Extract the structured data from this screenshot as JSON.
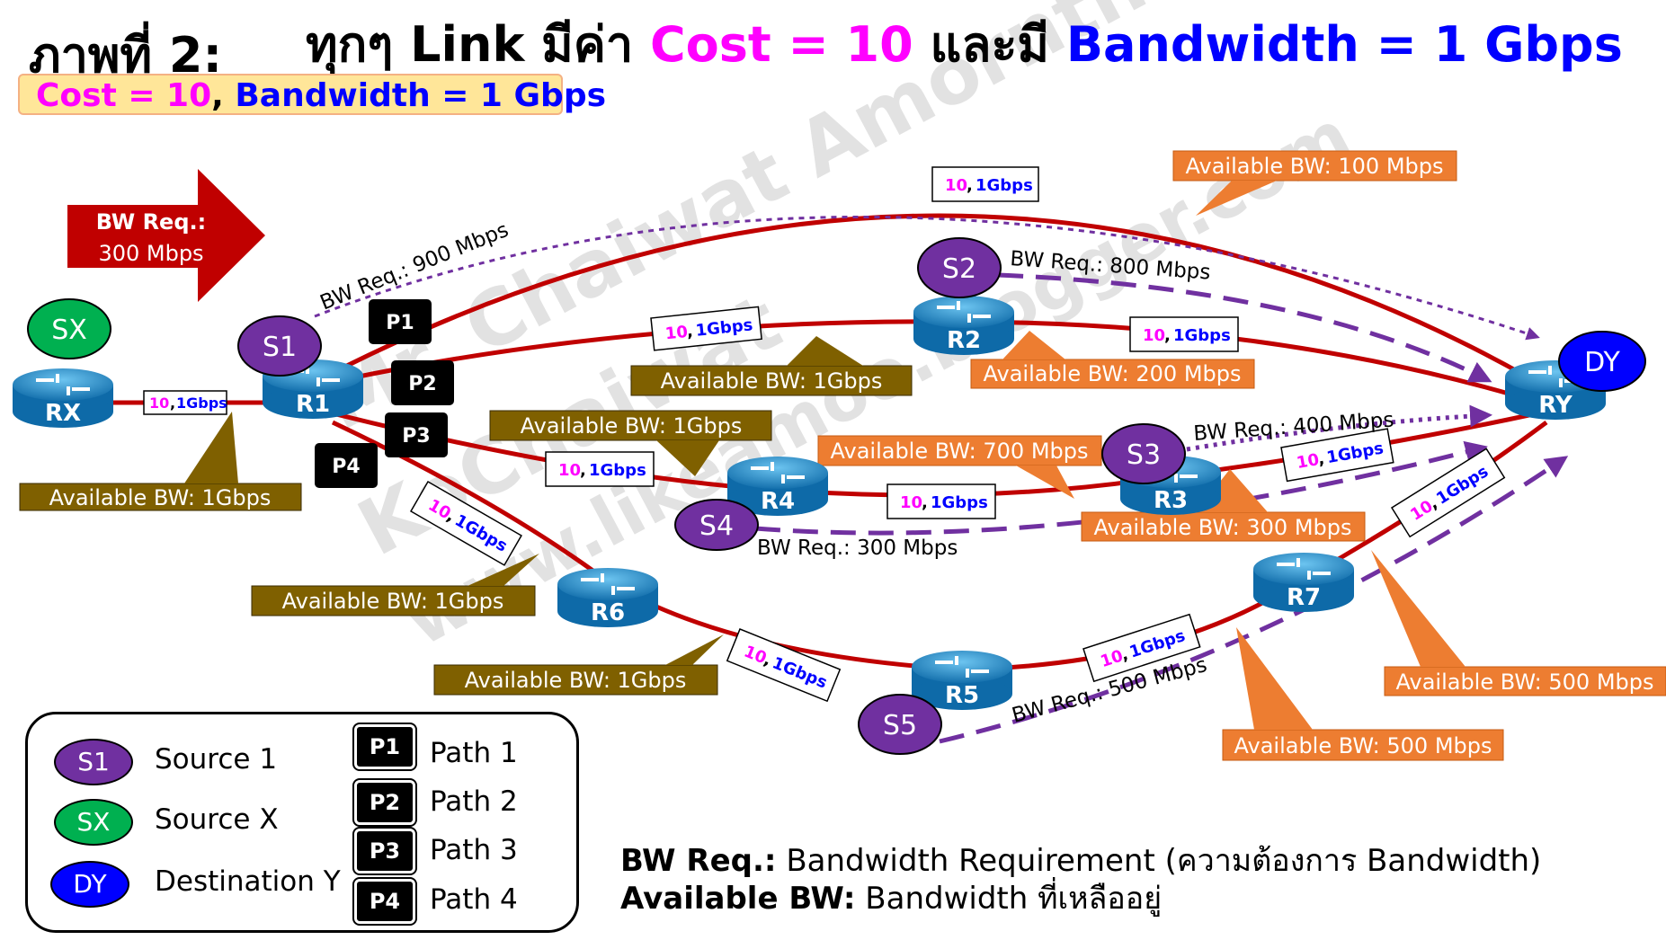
{
  "title": {
    "label": "ภาพที่ 2:",
    "part1": "ทุกๆ Link มีค่า",
    "cost": "Cost = 10",
    "part2": "และมี",
    "bandwidth": "Bandwidth = 1 Gbps"
  },
  "summary": {
    "cost": "Cost = 10",
    "sep": ",",
    "bandwidth": "Bandwidth = 1 Gbps"
  },
  "watermark": {
    "line1": "Mr. Chaiwat Amornthirunwong",
    "line2": "KoChaiwat",
    "line3": "www.likeamoo.blogger.com"
  },
  "bw_request_arrow": {
    "line1": "BW Req.:",
    "line2": "300 Mbps"
  },
  "link_label": {
    "cost": "10",
    "sep": ",",
    "bw": "1Gbps"
  },
  "routers": {
    "rx": "RX",
    "r1": "R1",
    "r2": "R2",
    "r3": "R3",
    "r4": "R4",
    "r5": "R5",
    "r6": "R6",
    "r7": "R7",
    "ry": "RY"
  },
  "nodes": {
    "sx": "SX",
    "s1": "S1",
    "s2": "S2",
    "s3": "S3",
    "s4": "S4",
    "s5": "S5",
    "dy": "DY"
  },
  "paths": {
    "p1": "P1",
    "p2": "P2",
    "p3": "P3",
    "p4": "P4"
  },
  "requests": {
    "s1": "BW Req.: 900 Mbps",
    "s2": "BW Req.: 800 Mbps",
    "s3": "BW Req.: 400 Mbps",
    "s4": "BW Req.: 300 Mbps",
    "s5": "BW Req.: 500 Mbps"
  },
  "callouts": {
    "rx_r1": "Available BW: 1Gbps",
    "r1_r2": "Available BW: 1Gbps",
    "r1_r4": "Available BW: 1Gbps",
    "r1_r6": "Available BW: 1Gbps",
    "r6_r5": "Available BW: 1Gbps",
    "top": "Available BW: 100 Mbps",
    "r2_ry": "Available BW: 200 Mbps",
    "r4_r3": "Available BW: 700 Mbps",
    "r3_ry": "Available BW: 300 Mbps",
    "r7_ry": "Available BW: 500 Mbps",
    "r5_r7": "Available BW: 500 Mbps"
  },
  "legend": {
    "s1": {
      "badge": "S1",
      "text": "Source 1"
    },
    "sx": {
      "badge": "SX",
      "text": "Source X"
    },
    "dy": {
      "badge": "DY",
      "text": "Destination Y"
    },
    "p1": {
      "badge": "P1",
      "text": "Path 1"
    },
    "p2": {
      "badge": "P2",
      "text": "Path 2"
    },
    "p3": {
      "badge": "P3",
      "text": "Path 3"
    },
    "p4": {
      "badge": "P4",
      "text": "Path 4"
    }
  },
  "footer": {
    "line1_bold": "BW Req.:",
    "line1_rest": "Bandwidth Requirement (ความต้องการ Bandwidth)",
    "line2_bold": "Available BW:",
    "line2_rest": "Bandwidth ที่เหลืออยู่"
  },
  "colors": {
    "link": "#c00000",
    "router": "#1e88c8",
    "source": "#7030a0",
    "source_x": "#00b050",
    "destination": "#0000ff",
    "callout_olive": "#7f6000",
    "callout_orange": "#ed7d31",
    "arrow_red": "#c00000",
    "request_line": "#7030a0"
  }
}
